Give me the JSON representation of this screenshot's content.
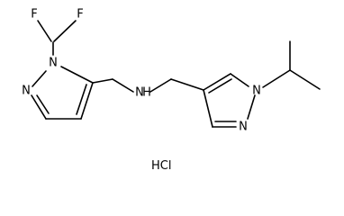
{
  "molecule": {
    "atoms": {
      "f_left": "F",
      "f_right": "F",
      "n1_left_ring": "N",
      "n2_left_ring": "N",
      "nh_amine": "N",
      "h_amine": "H",
      "n1_right_ring": "N",
      "n2_right_ring": "N"
    },
    "salt": "HCl"
  },
  "colors": {
    "ink": "#000000",
    "background": "#ffffff"
  }
}
